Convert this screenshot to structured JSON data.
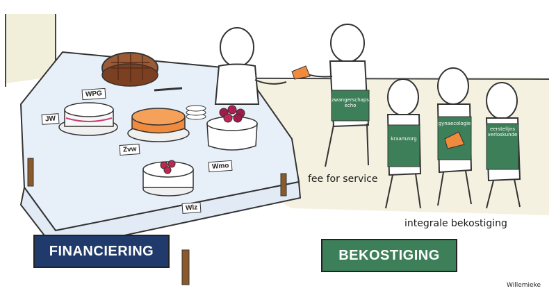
{
  "signs": {
    "financiering": "FINANCIERING",
    "bekostiging": "BEKOSTIGING"
  },
  "table_cards": {
    "wpg": "WPG",
    "jw": "JW",
    "zvw": "Zvw",
    "wmo": "Wmo",
    "wlz": "Wlz"
  },
  "shirts": {
    "echo": "zwangerschaps echo",
    "kraamzorg": "kraamzorg",
    "gynaecologie": "gynaecologie",
    "verloskunde": "eerstelijns verloskunde"
  },
  "captions": {
    "fee_for_service": "fee for service",
    "integrale": "integrale bekostiging"
  },
  "signature": "Willemieke",
  "colors": {
    "financiering_sign": "#1f3a6b",
    "bekostiging_sign": "#3d7f58",
    "shirt_green": "#3d7f58",
    "wall": "#f1eed9",
    "table_cloth": "#e9f1f9"
  }
}
